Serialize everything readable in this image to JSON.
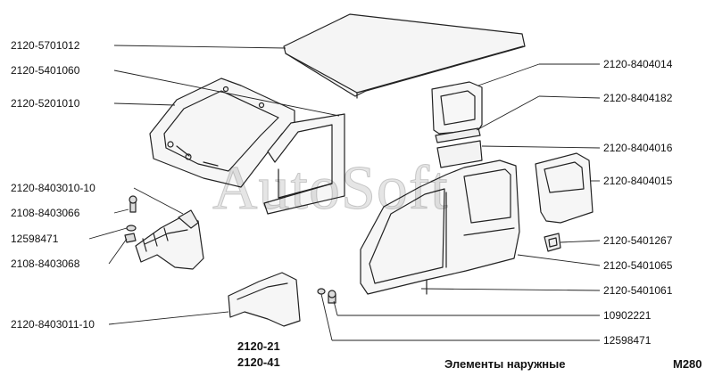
{
  "watermark": "AutoSoft",
  "left_labels": [
    "2120-5701012",
    "2120-5401060",
    "2120-5201010",
    "2120-8403010-10",
    "2108-8403066",
    "12598471",
    "2108-8403068",
    "2120-8403011-10"
  ],
  "right_labels": [
    "2120-8404014",
    "2120-8404182",
    "2120-8404016",
    "2120-8404015",
    "2120-5401267",
    "2120-5401065",
    "2120-5401061",
    "10902221",
    "12598471"
  ],
  "model_line_1": "2120-21",
  "model_line_2": "2120-41",
  "caption": "Элементы наружные",
  "page_code": "M280"
}
